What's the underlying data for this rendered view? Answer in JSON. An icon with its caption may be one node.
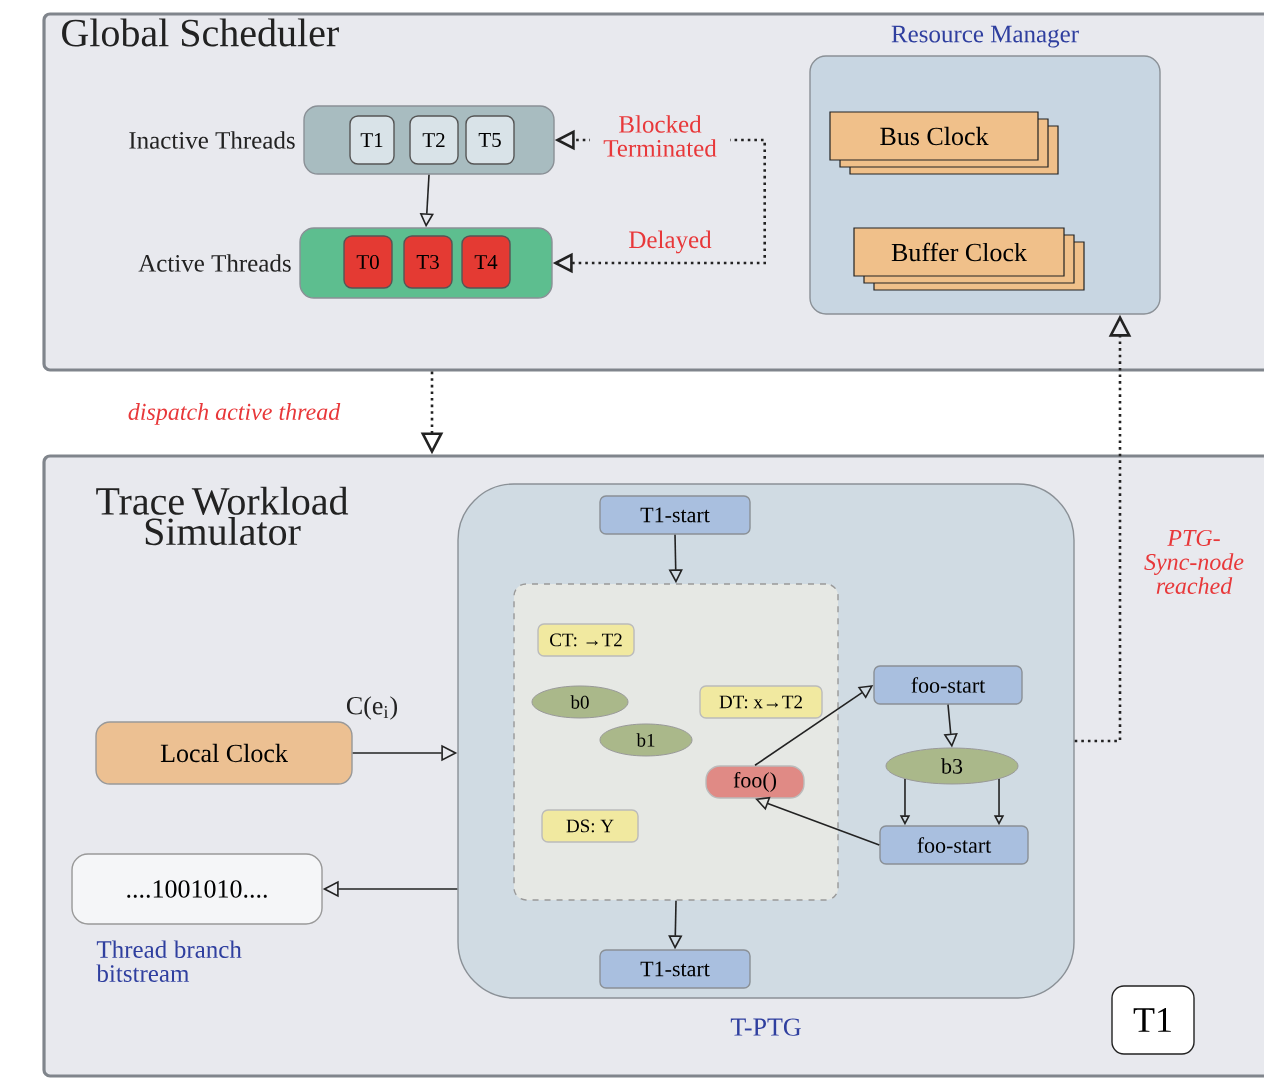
{
  "diagram": {
    "nodes": [
      {
        "text": [
          "Global Scheduler"
        ]
      },
      {
        "text": [
          "Inactive Threads"
        ],
        "in": 0
      },
      {
        "text": [
          "T1"
        ],
        "in": 1
      },
      {
        "text": [
          "T2"
        ],
        "in": 1
      },
      {
        "text": [
          "T5"
        ],
        "in": 1
      },
      {
        "text": [
          "Active Threads"
        ],
        "in": 0
      },
      {
        "text": [
          "T0"
        ],
        "in": 5
      },
      {
        "text": [
          "T3"
        ],
        "in": 5
      },
      {
        "text": [
          "T4"
        ],
        "in": 5
      },
      {
        "text": [
          "Resource Manager"
        ],
        "in": 0
      },
      {
        "text": [
          "Bus Clock"
        ],
        "in": 9
      },
      {
        "text": [
          "Buffer Clock"
        ],
        "in": 9
      },
      {
        "text": [
          "Trace Workload Simulator"
        ]
      },
      {
        "text": [
          "Local Clock"
        ],
        "in": 12
      },
      {
        "text": [
          "....1001010...."
        ],
        "beside": [
          "Thread branch bitstream"
        ],
        "in": 12
      },
      {
        "text": [
          "T-PTG"
        ],
        "in": 12
      },
      {
        "text": [
          "T1-start"
        ],
        "in": 15
      },
      {
        "text": [],
        "shape": "box",
        "in": 15
      },
      {
        "text": [
          "CT: →T2"
        ],
        "in": 17
      },
      {
        "text": [
          "b0"
        ],
        "in": 17
      },
      {
        "text": [
          "DT: x→T2"
        ],
        "in": 17
      },
      {
        "text": [
          "b1"
        ],
        "in": 17
      },
      {
        "text": [
          "foo()"
        ],
        "in": 17
      },
      {
        "text": [
          "DS: Y"
        ],
        "in": 17
      },
      {
        "text": [
          "foo-start"
        ],
        "in": 15
      },
      {
        "text": [
          "b3"
        ],
        "in": 15
      },
      {
        "text": [
          "foo-start"
        ],
        "in": 15
      },
      {
        "text": [
          "T1-start"
        ],
        "in": 15
      },
      {
        "text": [
          "T1"
        ],
        "in": 12
      }
    ],
    "edges": [
      {
        "from": 1,
        "to": 5,
        "arrow": "to"
      },
      {
        "from": 5,
        "to": 1,
        "arrow": "both",
        "style": "dashed",
        "label": "Blocked Terminated"
      },
      {
        "from": 0,
        "to": 12,
        "arrow": "to",
        "style": "dashed",
        "label": "dispatch active thread"
      },
      {
        "from": 15,
        "to": 9,
        "arrow": "to",
        "style": "dashed",
        "label": "PTG-Sync-node reached"
      },
      {
        "from": 13,
        "to": 15,
        "arrow": "to",
        "label": "C(e$_{i}$)"
      },
      {
        "from": 15,
        "to": 14,
        "arrow": "to"
      },
      {
        "from": 16,
        "to": 17,
        "arrow": "to"
      },
      {
        "from": 17,
        "to": 27,
        "arrow": "to"
      },
      {
        "from": 22,
        "to": 24,
        "arrow": "to"
      },
      {
        "from": 24,
        "to": 25,
        "arrow": "to"
      },
      {
        "from": 25,
        "to": 26,
        "arrow": "to"
      },
      {
        "from": 25,
        "to": 26,
        "arrow": "to"
      },
      {
        "from": 26,
        "to": 22,
        "arrow": "to"
      }
    ],
    "labels": [
      "Delayed"
    ]
  }
}
